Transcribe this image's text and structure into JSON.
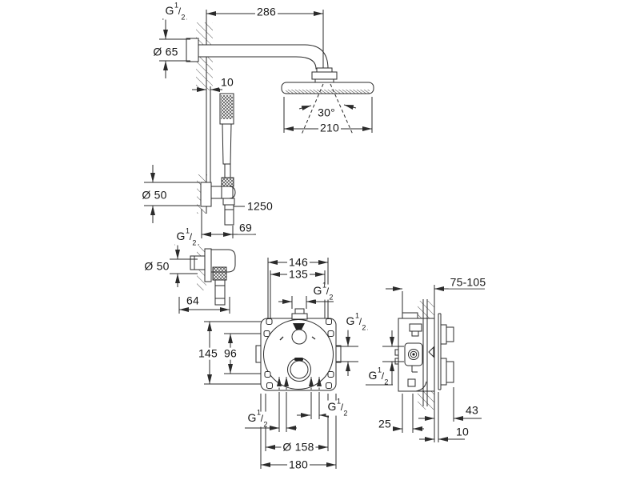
{
  "thread_label": {
    "prefix": "G",
    "numerator": "1",
    "slash": "/",
    "denominator": "2"
  },
  "head_shower": {
    "arm_length": "286",
    "escutcheon_dia": "Ø 65",
    "head_dia": "210",
    "spray_angle": "30°"
  },
  "hand_shower": {
    "wall_clearance": "10",
    "holder_dia": "Ø 50",
    "hose_length": "1250",
    "holder_depth": "69"
  },
  "wall_union": {
    "dia": "Ø 50",
    "depth": "64"
  },
  "valve_front": {
    "fixing_width_outer": "146",
    "fixing_width_inner": "135",
    "fixing_height_outer": "145",
    "fixing_height_inner": "96",
    "trim_dia": "Ø 158",
    "box_width": "180"
  },
  "valve_side": {
    "install_depth_range": "75-105",
    "handle_projection": "43",
    "front_offset": "25",
    "rosette_gap": "10"
  }
}
